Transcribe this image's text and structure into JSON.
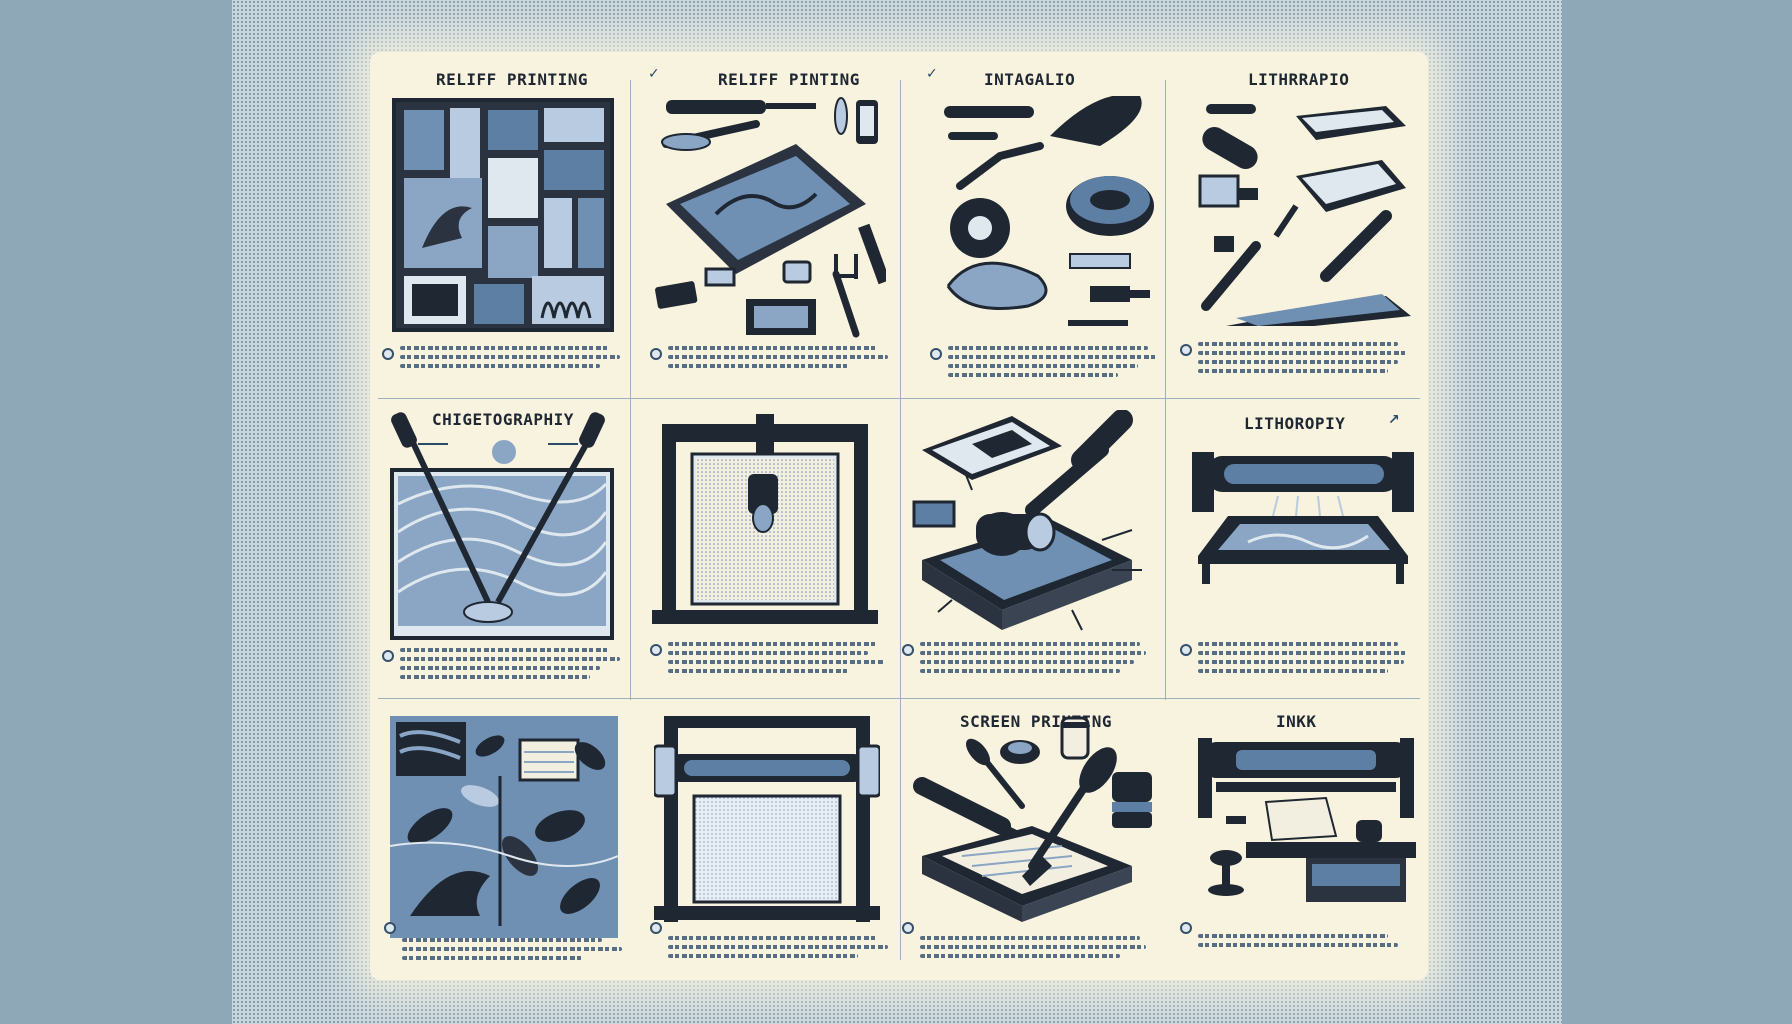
{
  "panels": [
    {
      "title": "RELIFF PRINTING"
    },
    {
      "title": "RELIFF PINTING"
    },
    {
      "title": "INTAGALIO"
    },
    {
      "title": "LITHRRAPIO"
    },
    {
      "title": "CHIGETOGRAPHIY"
    },
    {
      "title": ""
    },
    {
      "title": ""
    },
    {
      "title": "LITHOROPIY"
    },
    {
      "title": ""
    },
    {
      "title": ""
    },
    {
      "title": "SCREEN PRINTING"
    },
    {
      "title": "INKK"
    }
  ],
  "colors": {
    "ink": "#1f2733",
    "blue": "#5d7fa3",
    "light_blue": "#b9cbe0",
    "paper": "#f8f3de",
    "background": "#8fa8b8"
  }
}
